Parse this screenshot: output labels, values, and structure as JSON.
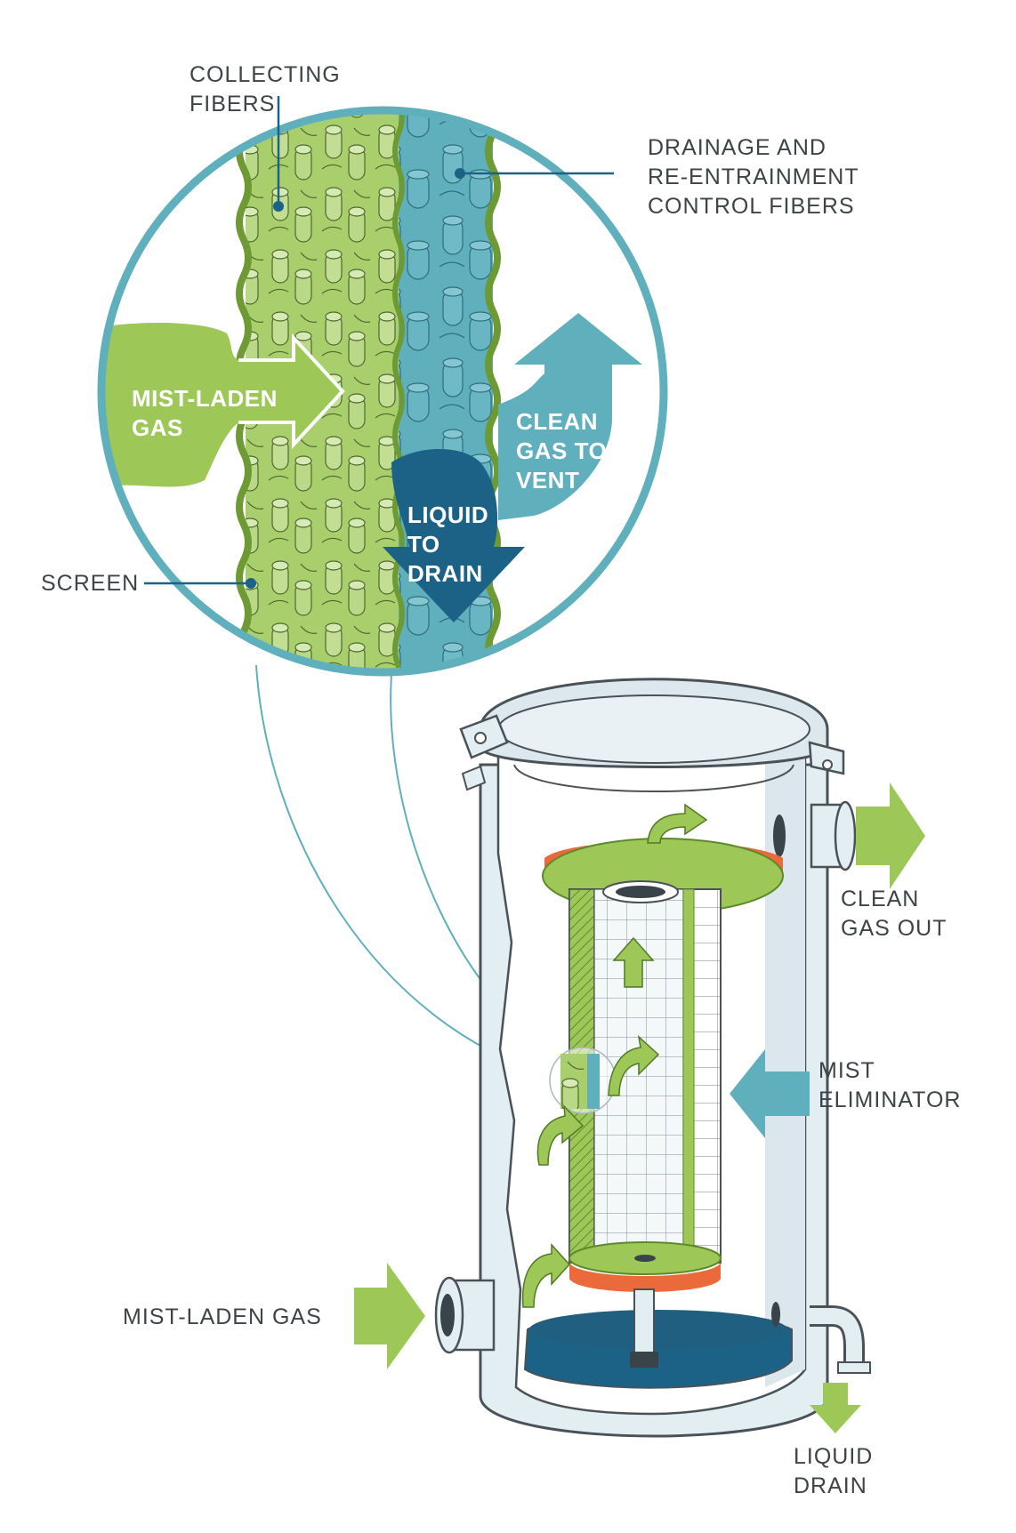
{
  "callouts": {
    "collecting_fibers": [
      "COLLECTING",
      "FIBERS"
    ],
    "drainage_fibers": [
      "DRAINAGE AND",
      "RE-ENTRAINMENT",
      "CONTROL FIBERS"
    ],
    "screen": "SCREEN",
    "clean_gas_out": [
      "CLEAN",
      "GAS OUT"
    ],
    "mist_eliminator": [
      "MIST",
      "ELIMINATOR"
    ],
    "mist_laden_gas": "MIST-LADEN GAS",
    "liquid_drain": [
      "LIQUID",
      "DRAIN"
    ]
  },
  "inset": {
    "mist_laden_gas": [
      "MIST-LADEN",
      "GAS"
    ],
    "clean_gas_to_vent": [
      "CLEAN",
      "GAS TO",
      "VENT"
    ],
    "liquid_to_drain": [
      "LIQUID",
      "TO",
      "DRAIN"
    ]
  },
  "colors": {
    "lime_green": "#9dc858",
    "fiber_green": "#b9d982",
    "teal": "#5fafbd",
    "dark_blue": "#1c6286",
    "vessel_light": "#e3eef3",
    "gasket_orange": "#ea6a3c",
    "label_gray": "#3d4446"
  }
}
